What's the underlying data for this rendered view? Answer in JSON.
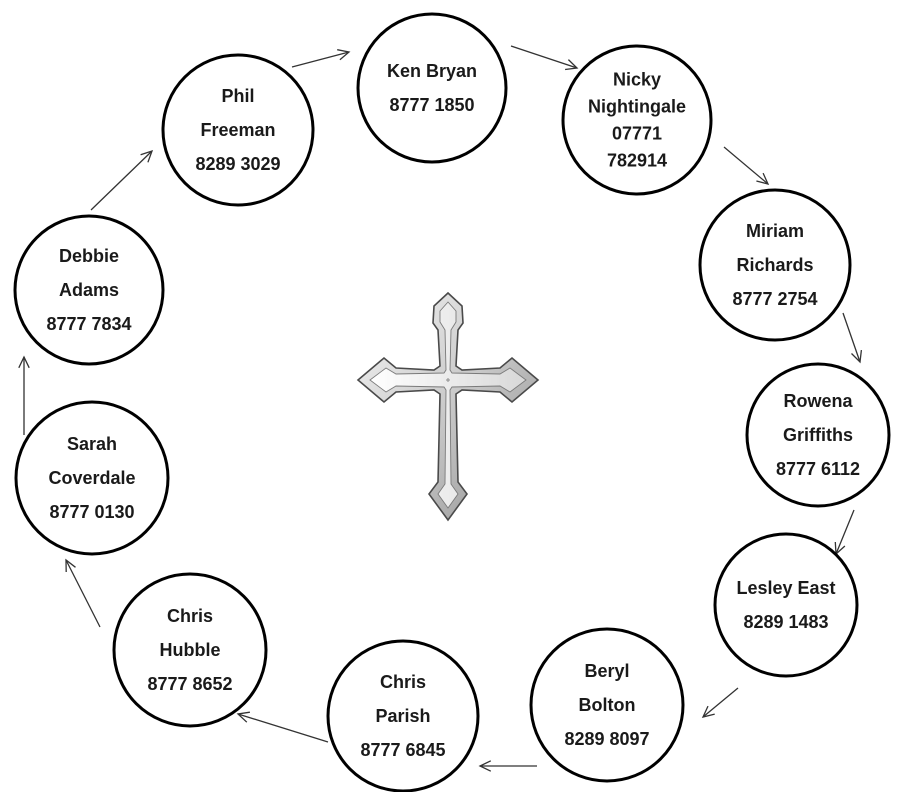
{
  "nodes": [
    {
      "id": "ken-bryan",
      "lines": [
        "Ken Bryan",
        "8777 1850"
      ]
    },
    {
      "id": "nicky-nightingale",
      "lines": [
        "Nicky",
        "Nightingale",
        "07771",
        "782914"
      ]
    },
    {
      "id": "miriam-richards",
      "lines": [
        "Miriam",
        "Richards",
        "8777 2754"
      ]
    },
    {
      "id": "rowena-griffiths",
      "lines": [
        "Rowena",
        "Griffiths",
        "8777 6112"
      ]
    },
    {
      "id": "lesley-east",
      "lines": [
        "Lesley East",
        "8289 1483"
      ]
    },
    {
      "id": "beryl-bolton",
      "lines": [
        "Beryl",
        "Bolton",
        "8289 8097"
      ]
    },
    {
      "id": "chris-parish",
      "lines": [
        "Chris",
        "Parish",
        "8777 6845"
      ]
    },
    {
      "id": "chris-hubble",
      "lines": [
        "Chris",
        "Hubble",
        "8777 8652"
      ]
    },
    {
      "id": "sarah-coverdale",
      "lines": [
        "Sarah",
        "Coverdale",
        "8777 0130"
      ]
    },
    {
      "id": "debbie-adams",
      "lines": [
        "Debbie",
        "Adams",
        "8777 7834"
      ]
    },
    {
      "id": "phil-freeman",
      "lines": [
        "Phil",
        "Freeman",
        "8289 3029"
      ]
    }
  ],
  "edges": [
    {
      "from": "phil-freeman",
      "to": "ken-bryan"
    },
    {
      "from": "ken-bryan",
      "to": "nicky-nightingale"
    },
    {
      "from": "nicky-nightingale",
      "to": "miriam-richards"
    },
    {
      "from": "miriam-richards",
      "to": "rowena-griffiths"
    },
    {
      "from": "rowena-griffiths",
      "to": "lesley-east"
    },
    {
      "from": "lesley-east",
      "to": "beryl-bolton"
    },
    {
      "from": "beryl-bolton",
      "to": "chris-parish"
    },
    {
      "from": "chris-parish",
      "to": "chris-hubble"
    },
    {
      "from": "chris-hubble",
      "to": "sarah-coverdale"
    },
    {
      "from": "sarah-coverdale",
      "to": "debbie-adams"
    },
    {
      "from": "debbie-adams",
      "to": "phil-freeman"
    }
  ],
  "center_icon": "cross-icon"
}
